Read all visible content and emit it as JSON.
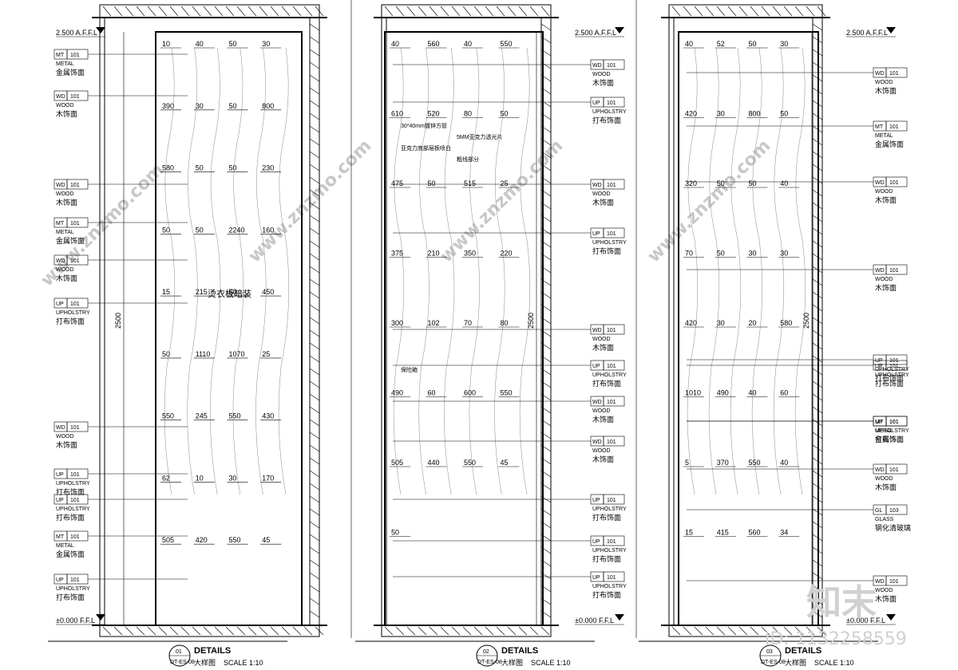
{
  "panels": [
    {
      "id": "01",
      "number": "01",
      "code": "DT-ES-08",
      "title": "DETAILS",
      "subtitle": "大样图",
      "scale": "SCALE 1:10",
      "level_top": "2.500 A.F.F.L",
      "level_bottom": "±0.000 F.F.L",
      "total_height": "2500",
      "notes": [
        "烫衣板暗装"
      ],
      "dims": [
        "10",
        "40",
        "50",
        "30",
        "390",
        "30",
        "50",
        "800",
        "580",
        "50",
        "50",
        "230",
        "50",
        "50",
        "2240",
        "160",
        "15",
        "215",
        "50",
        "450",
        "50",
        "1110",
        "1070",
        "25",
        "550",
        "245",
        "550",
        "430",
        "62",
        "10",
        "30",
        "170",
        "505",
        "420",
        "550",
        "45"
      ],
      "tags": [
        {
          "code": "MT",
          "num": "101",
          "en": "METAL",
          "cn": "金属饰面"
        },
        {
          "code": "WD",
          "num": "101",
          "en": "WOOD",
          "cn": "木饰面"
        },
        {
          "code": "WD",
          "num": "101",
          "en": "WOOD",
          "cn": "木饰面"
        },
        {
          "code": "MT",
          "num": "101",
          "en": "METAL",
          "cn": "金属饰面"
        },
        {
          "code": "WD",
          "num": "101",
          "en": "WOOD",
          "cn": "木饰面"
        },
        {
          "code": "UP",
          "num": "101",
          "en": "UPHOLSTRY",
          "cn": "打布饰面"
        },
        {
          "code": "WD",
          "num": "101",
          "en": "WOOD",
          "cn": "木饰面"
        },
        {
          "code": "UP",
          "num": "101",
          "en": "UPHOLSTRY",
          "cn": "打布饰面"
        },
        {
          "code": "UP",
          "num": "101",
          "en": "UPHOLSTRY",
          "cn": "打布饰面"
        },
        {
          "code": "MT",
          "num": "101",
          "en": "METAL",
          "cn": "金属饰面"
        },
        {
          "code": "UP",
          "num": "101",
          "en": "UPHOLSTRY",
          "cn": "打布饰面"
        }
      ]
    },
    {
      "id": "02",
      "number": "02",
      "code": "DT-ES-08",
      "title": "DETAILS",
      "subtitle": "大样图",
      "scale": "SCALE 1:10",
      "level_top": "2.500 A.F.F.L",
      "level_bottom": "±0.000 F.F.L",
      "total_height": "2500",
      "notes": [
        "30*40mm镀锌方管",
        "5MM亚克力透光片",
        "亚克力底部层板喷白",
        "粗线部分",
        "保险箱"
      ],
      "dims": [
        "40",
        "560",
        "40",
        "550",
        "610",
        "520",
        "80",
        "50",
        "475",
        "50",
        "515",
        "25",
        "375",
        "210",
        "350",
        "220",
        "300",
        "102",
        "70",
        "80",
        "490",
        "60",
        "600",
        "550",
        "505",
        "440",
        "550",
        "45",
        "50"
      ],
      "tags": [
        {
          "code": "WD",
          "num": "101",
          "en": "WOOD",
          "cn": "木饰面"
        },
        {
          "code": "UP",
          "num": "101",
          "en": "UPHOLSTRY",
          "cn": "打布饰面"
        },
        {
          "code": "WD",
          "num": "101",
          "en": "WOOD",
          "cn": "木饰面"
        },
        {
          "code": "UP",
          "num": "101",
          "en": "UPHOLSTRY",
          "cn": "打布饰面"
        },
        {
          "code": "WD",
          "num": "101",
          "en": "WOOD",
          "cn": "木饰面"
        },
        {
          "code": "UP",
          "num": "101",
          "en": "UPHOLSTRY",
          "cn": "打布饰面"
        },
        {
          "code": "WD",
          "num": "101",
          "en": "WOOD",
          "cn": "木饰面"
        },
        {
          "code": "WD",
          "num": "101",
          "en": "WOOD",
          "cn": "木饰面"
        },
        {
          "code": "UP",
          "num": "101",
          "en": "UPHOLSTRY",
          "cn": "打布饰面"
        },
        {
          "code": "UP",
          "num": "101",
          "en": "UPHOLSTRY",
          "cn": "打布饰面"
        },
        {
          "code": "UP",
          "num": "101",
          "en": "UPHOLSTRY",
          "cn": "打布饰面"
        }
      ]
    },
    {
      "id": "03",
      "number": "03",
      "code": "DT-ES-08",
      "title": "DETAILS",
      "subtitle": "大样图",
      "scale": "SCALE 1:10",
      "level_top": "2.500 A.F.F.L",
      "level_bottom": "±0.000 F.F.L",
      "total_height": "2500",
      "notes": [],
      "dims": [
        "40",
        "52",
        "50",
        "30",
        "420",
        "30",
        "800",
        "50",
        "320",
        "50",
        "50",
        "40",
        "70",
        "50",
        "30",
        "30",
        "420",
        "30",
        "20",
        "580",
        "1010",
        "490",
        "40",
        "60",
        "5",
        "370",
        "550",
        "40",
        "15",
        "415",
        "560",
        "34"
      ],
      "tags": [
        {
          "code": "WD",
          "num": "101",
          "en": "WOOD",
          "cn": "木饰面"
        },
        {
          "code": "MT",
          "num": "101",
          "en": "METAL",
          "cn": "金属饰面"
        },
        {
          "code": "WD",
          "num": "101",
          "en": "WOOD",
          "cn": "木饰面"
        },
        {
          "code": "UP",
          "num": "101",
          "en": "UPHOLSTRY",
          "cn": "打布饰面"
        },
        {
          "code": "WD",
          "num": "101",
          "en": "WOOD",
          "cn": "木饰面"
        },
        {
          "code": "UP",
          "num": "101",
          "en": "UPHOLSTRY",
          "cn": "打布饰面"
        },
        {
          "code": "UP",
          "num": "101",
          "en": "UPHOLSTRY",
          "cn": "打布饰面"
        },
        {
          "code": "MT",
          "num": "101",
          "en": "METAL",
          "cn": "金属饰面"
        },
        {
          "code": "WD",
          "num": "101",
          "en": "WOOD",
          "cn": "木饰面"
        },
        {
          "code": "GL",
          "num": "103",
          "en": "GLASS",
          "cn": "钢化清玻璃"
        },
        {
          "code": "WD",
          "num": "101",
          "en": "WOOD",
          "cn": "木饰面"
        }
      ]
    }
  ],
  "watermark": {
    "brand": "知末",
    "site": "www.znzmo.com",
    "id_text": "ID: 1132258559"
  }
}
